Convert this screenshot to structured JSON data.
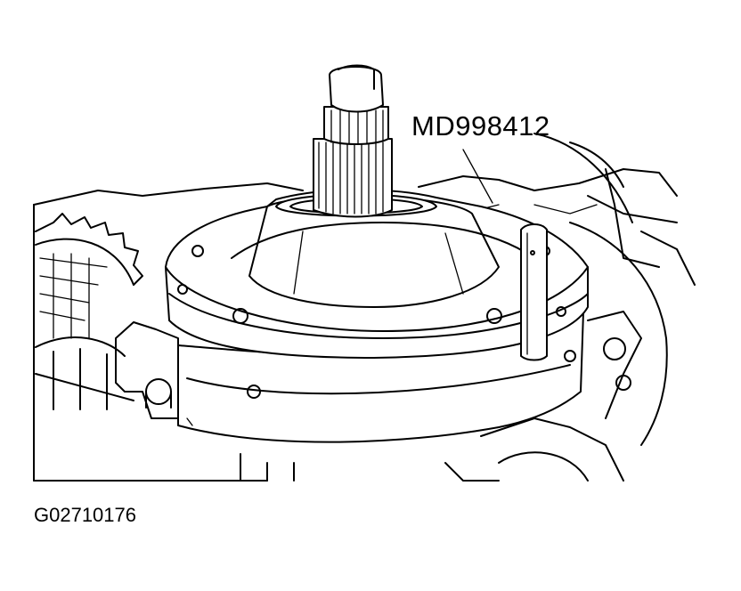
{
  "callout_label": "MD998412",
  "figure_code": "G02710176",
  "line_color": "#000000",
  "background_color": "#ffffff",
  "icons": [
    "oil-pump-assembly",
    "input-shaft",
    "guide-pin-tool",
    "transaxle-case"
  ]
}
